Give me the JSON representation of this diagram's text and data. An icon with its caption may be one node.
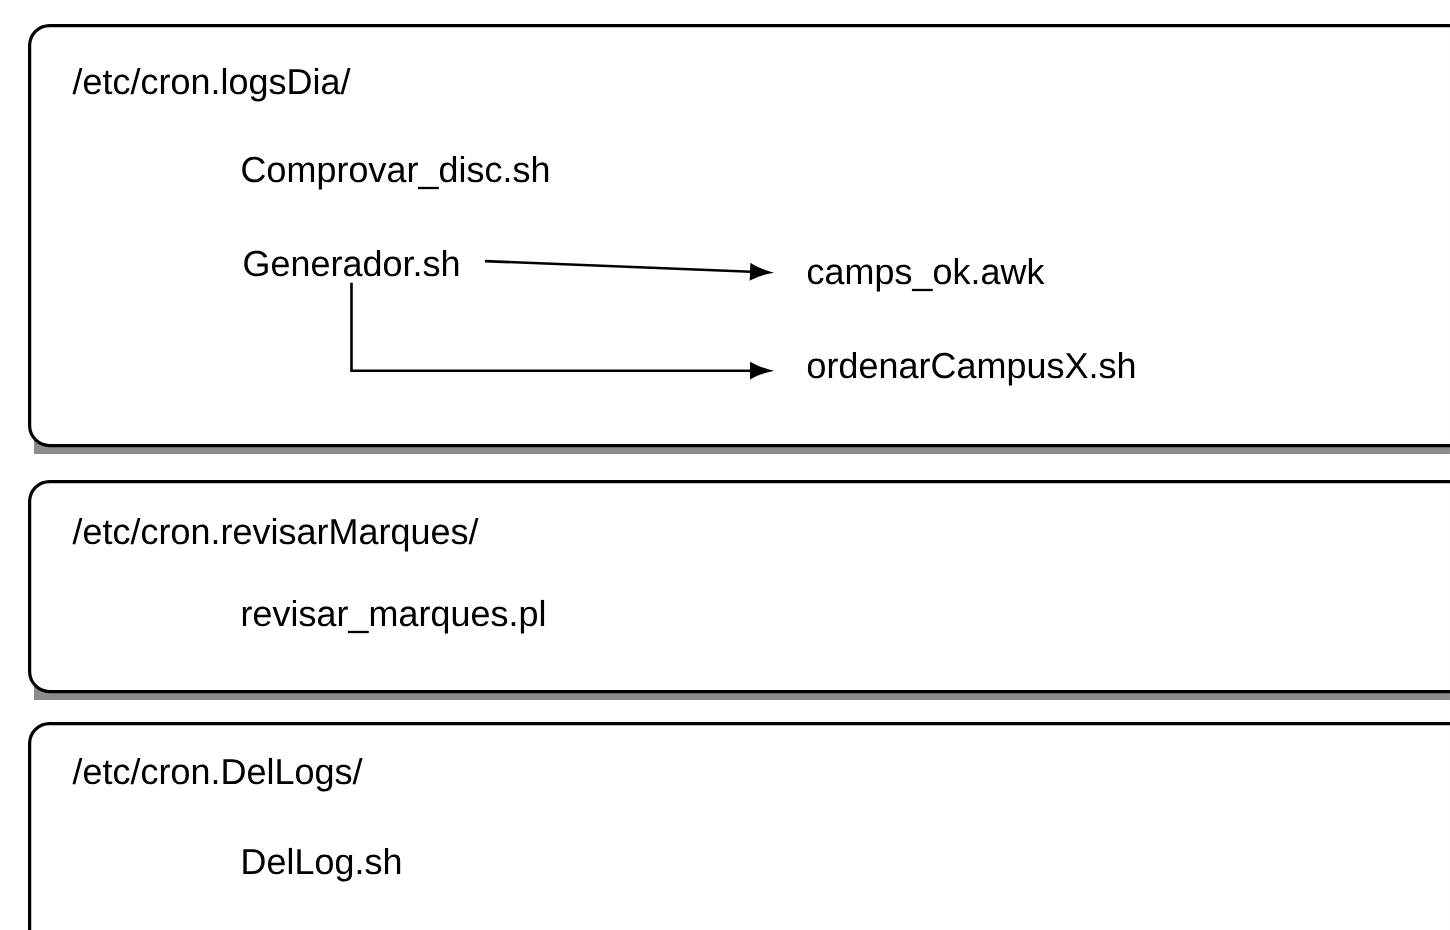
{
  "diagram": {
    "nodes": [
      {
        "text": [
          "/etc/cron.logsDia/",
          "Comprovar_disc.sh"
        ]
      },
      {
        "text": [
          "Generador.sh"
        ],
        "in": 0
      },
      {
        "text": [
          "camps_ok.awk"
        ],
        "in": 0
      },
      {
        "text": [
          "ordenarCampusX.sh"
        ],
        "in": 0
      },
      {
        "text": [
          "/etc/cron.revisarMarques/",
          "revisar_marques.pl"
        ]
      },
      {
        "text": [
          "/etc/cron.DelLogs/",
          "DelLog.sh"
        ]
      }
    ],
    "edges": [
      {
        "from": 1,
        "to": 2,
        "arrow": "to"
      },
      {
        "from": 1,
        "to": 3,
        "arrow": "to"
      }
    ]
  }
}
